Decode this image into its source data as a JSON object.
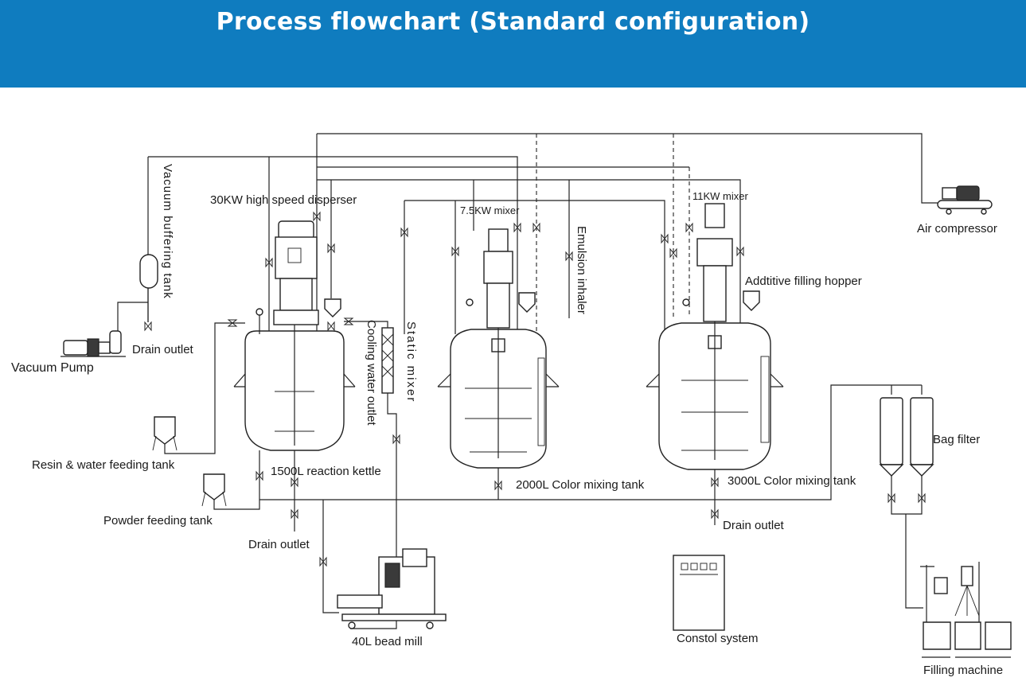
{
  "title": "Process flowchart (Standard configuration)",
  "colors": {
    "header_bg": "#0f7cbf",
    "title_text": "#ffffff",
    "line": "#222222"
  },
  "labels": {
    "vacuum_buffering_tank": "Vacuum buffering tank",
    "vacuum_pump": "Vacuum Pump",
    "drain_outlet_left": "Drain outlet",
    "disperser": "30KW high speed disperser",
    "cooling_water_outlet": "Cooling water outlet",
    "static_mixer": "Static mixer",
    "mixer_7_5kw": "7.5KW mixer",
    "emulsion_inhaler": "Emulsion inhaler",
    "mixer_11kw": "11KW mixer",
    "additive_hopper": "Addtitive filling hopper",
    "air_compressor": "Air compressor",
    "resin_water_tank": "Resin & water feeding tank",
    "reaction_kettle": "1500L reaction kettle",
    "powder_tank": "Powder feeding tank",
    "drain_outlet_bottom": "Drain outlet",
    "color_tank_2000": "2000L Color mixing tank",
    "color_tank_3000": "3000L Color mixing tank",
    "drain_outlet_right": "Drain outlet",
    "bag_filter": "Bag filter",
    "bead_mill": "40L bead mill",
    "control_system": "Constol system",
    "filling_machine": "Filling machine"
  }
}
